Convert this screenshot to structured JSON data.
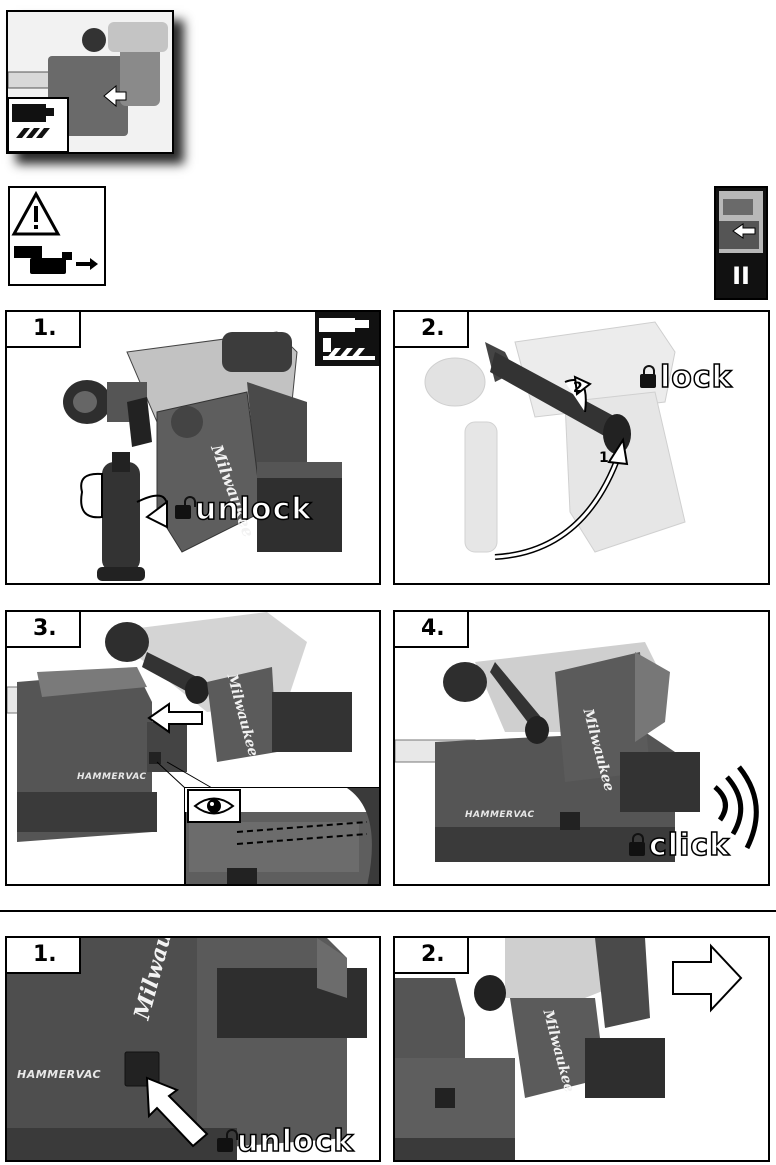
{
  "header": {
    "roman_numeral": "II"
  },
  "steps_attach": [
    {
      "number": "1.",
      "label": "unlock"
    },
    {
      "number": "2.",
      "label": "lock",
      "arrow_steps": [
        "1",
        "2"
      ]
    },
    {
      "number": "3.",
      "brand": "Milwaukee",
      "product": "HAMMERVAC"
    },
    {
      "number": "4.",
      "label": "click",
      "brand": "Milwaukee",
      "product": "HAMMERVAC"
    }
  ],
  "steps_remove": [
    {
      "number": "1.",
      "label": "unlock",
      "brand": "Milwaukee",
      "product": "HAMMERVAC"
    },
    {
      "number": "2.",
      "brand": "Milwaukee"
    }
  ],
  "icons": [
    "warning-triangle-icon",
    "tool-insert-icon",
    "arrow-right-icon",
    "eye-icon",
    "padlock-icon",
    "sound-waves-icon"
  ],
  "colors": {
    "ink": "#000000",
    "tool_dark": "#3c3c3c",
    "tool_mid": "#777777",
    "tool_light": "#c8c8c8"
  }
}
